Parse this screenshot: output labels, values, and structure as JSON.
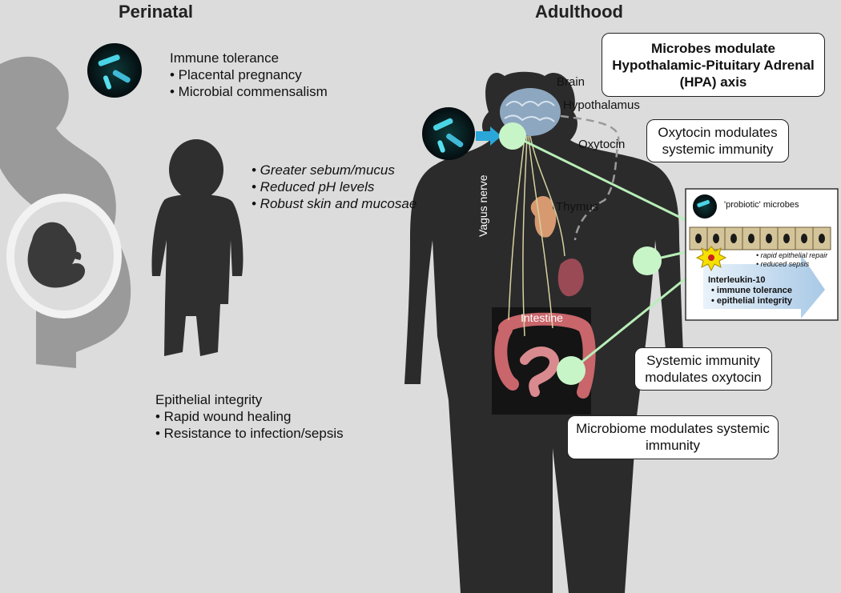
{
  "headings": {
    "perinatal": "Perinatal",
    "adulthood": "Adulthood"
  },
  "immune_tolerance": {
    "title": "Immune tolerance",
    "items": [
      "• Placental pregnancy",
      "• Microbial commensalism"
    ]
  },
  "child_traits": [
    "• Greater sebum/mucus",
    "• Reduced pH levels",
    "• Robust skin and mucosae"
  ],
  "epithelial": {
    "title": "Epithelial integrity",
    "items": [
      "• Rapid wound healing",
      "• Resistance to infection/sepsis"
    ]
  },
  "boxes": {
    "hpa": [
      "Microbes modulate",
      "Hypothalamic-Pituitary Adrenal",
      "(HPA) axis"
    ],
    "oxy_immunity": [
      "Oxytocin modulates",
      "systemic immunity"
    ],
    "immunity_oxy": [
      "Systemic immunity",
      "modulates oxytocin"
    ],
    "microbiome": [
      "Microbiome modulates systemic",
      "immunity"
    ]
  },
  "organ_labels": {
    "brain": "Brain",
    "hypothalamus": "Hypothalamus",
    "oxytocin": "Oxytocin",
    "thymus": "Thymus",
    "vagus": "Vagus nerve",
    "intestine": "Intestine"
  },
  "inset": {
    "probiotic": "'probiotic' microbes",
    "notes": [
      "• rapid epithelial repair",
      "• reduced sepsis"
    ],
    "il10": "Interleukin-10",
    "effects": [
      "• immune tolerance",
      "• epithelial integrity"
    ]
  },
  "colors": {
    "background": "#dcdcdc",
    "silhouette_light": "#9a9a9a",
    "silhouette_dark": "#3a3a3a",
    "body_dark": "#2b2b2b",
    "node": "#c8f5c8",
    "connector": "#b8eeb8",
    "arrow": "#2aa7d8"
  }
}
